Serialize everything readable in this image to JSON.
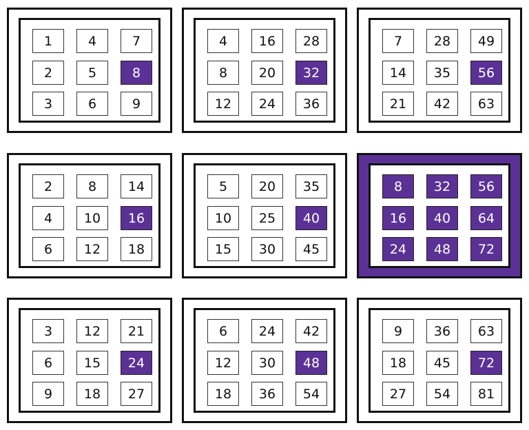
{
  "colors": {
    "highlight": "#5b3196",
    "border": "#111111",
    "background": "#ffffff"
  },
  "panels": [
    {
      "highlighted": false,
      "cells": [
        [
          "1",
          "4",
          "7"
        ],
        [
          "2",
          "5",
          "8"
        ],
        [
          "3",
          "6",
          "9"
        ]
      ],
      "highlight_cell": [
        1,
        2
      ]
    },
    {
      "highlighted": false,
      "cells": [
        [
          "4",
          "16",
          "28"
        ],
        [
          "8",
          "20",
          "32"
        ],
        [
          "12",
          "24",
          "36"
        ]
      ],
      "highlight_cell": [
        1,
        2
      ]
    },
    {
      "highlighted": false,
      "cells": [
        [
          "7",
          "28",
          "49"
        ],
        [
          "14",
          "35",
          "56"
        ],
        [
          "21",
          "42",
          "63"
        ]
      ],
      "highlight_cell": [
        1,
        2
      ]
    },
    {
      "highlighted": false,
      "cells": [
        [
          "2",
          "8",
          "14"
        ],
        [
          "4",
          "10",
          "16"
        ],
        [
          "6",
          "12",
          "18"
        ]
      ],
      "highlight_cell": [
        1,
        2
      ]
    },
    {
      "highlighted": false,
      "cells": [
        [
          "5",
          "20",
          "35"
        ],
        [
          "10",
          "25",
          "40"
        ],
        [
          "15",
          "30",
          "45"
        ]
      ],
      "highlight_cell": [
        1,
        2
      ]
    },
    {
      "highlighted": true,
      "cells": [
        [
          "8",
          "32",
          "56"
        ],
        [
          "16",
          "40",
          "64"
        ],
        [
          "24",
          "48",
          "72"
        ]
      ],
      "highlight_cell": null
    },
    {
      "highlighted": false,
      "cells": [
        [
          "3",
          "12",
          "21"
        ],
        [
          "6",
          "15",
          "24"
        ],
        [
          "9",
          "18",
          "27"
        ]
      ],
      "highlight_cell": [
        1,
        2
      ]
    },
    {
      "highlighted": false,
      "cells": [
        [
          "6",
          "24",
          "42"
        ],
        [
          "12",
          "30",
          "48"
        ],
        [
          "18",
          "36",
          "54"
        ]
      ],
      "highlight_cell": [
        1,
        2
      ]
    },
    {
      "highlighted": false,
      "cells": [
        [
          "9",
          "36",
          "63"
        ],
        [
          "18",
          "45",
          "72"
        ],
        [
          "27",
          "54",
          "81"
        ]
      ],
      "highlight_cell": [
        1,
        2
      ]
    }
  ]
}
